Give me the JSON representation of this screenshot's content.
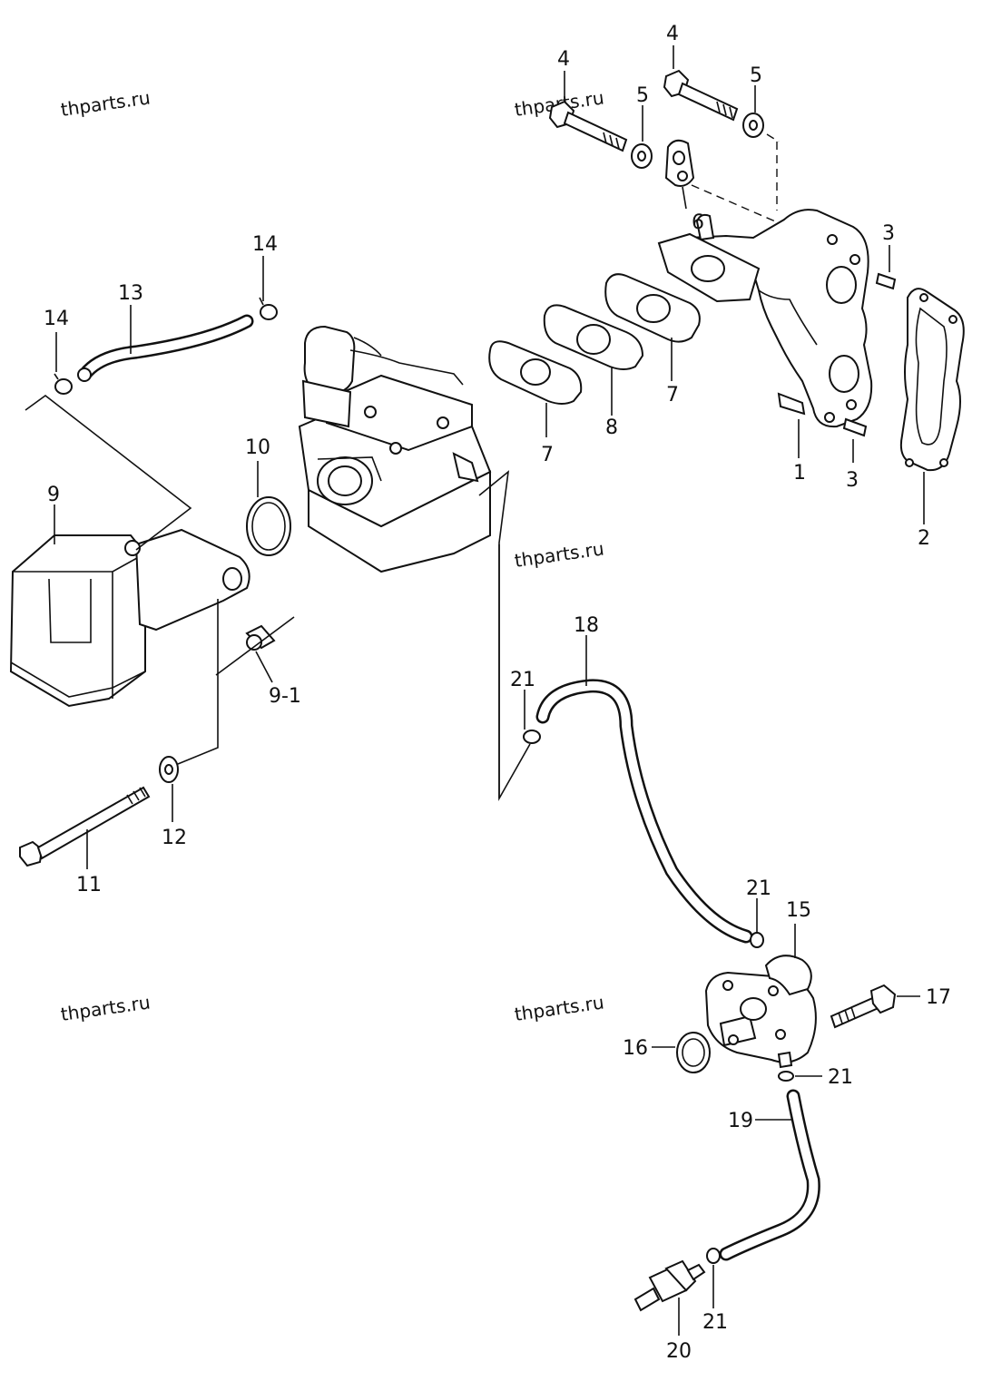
{
  "watermark": "thparts.ru",
  "callouts": {
    "c1": "1",
    "c2": "2",
    "c3a": "3",
    "c3b": "3",
    "c4a": "4",
    "c4b": "4",
    "c5a": "5",
    "c5b": "5",
    "c6": "6",
    "c7a": "7",
    "c7b": "7",
    "c8": "8",
    "c9": "9",
    "c91": "9-1",
    "c10": "10",
    "c11": "11",
    "c12": "12",
    "c13": "13",
    "c14a": "14",
    "c14b": "14",
    "c15": "15",
    "c16": "16",
    "c17": "17",
    "c18": "18",
    "c19": "19",
    "c20": "20",
    "c21a": "21",
    "c21b": "21",
    "c21c": "21",
    "c21d": "21"
  }
}
